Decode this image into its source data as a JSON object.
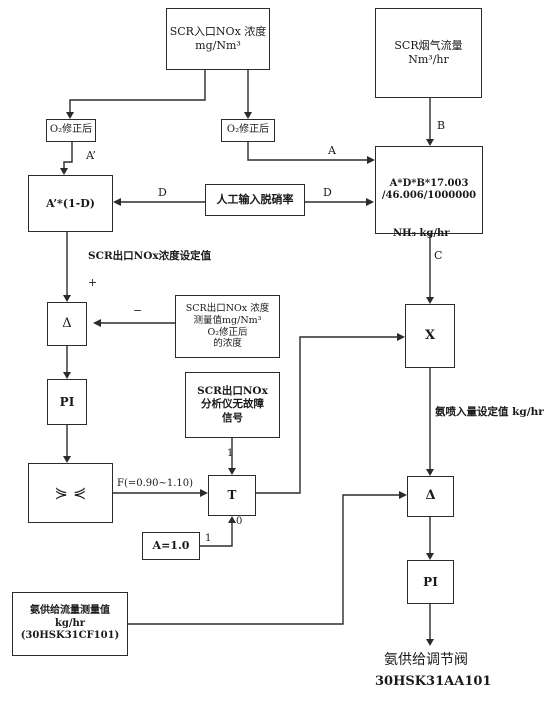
{
  "boxes": {
    "scr_inlet": {
      "line1": "SCR入口NOx 浓度",
      "line2": "mg/Nm³"
    },
    "scr_flow": {
      "line1": "SCR烟气流量",
      "line2": "Nm³/hr"
    },
    "o2_left": {
      "text": "O₂修正后"
    },
    "o2_mid": {
      "text": "O₂修正后"
    },
    "calc": {
      "line1": "A*D*B*17.003",
      "line2": "/46.006/1000000"
    },
    "a_prime": {
      "text": "A’*(1-D)"
    },
    "manual": {
      "text": "人工输入脱硝率"
    },
    "delta_left": {
      "text": "Δ"
    },
    "outlet_meas": {
      "line1": "SCR出口NOx 浓度",
      "line2": "测量值mg/Nm³",
      "line3": "O₂修正后",
      "line4": "的浓度"
    },
    "x_box": {
      "text": "X"
    },
    "pi_left": {
      "text": "PI"
    },
    "analyzer": {
      "line1": "SCR出口NOx",
      "line2": "分析仪无故障",
      "line3": "信号"
    },
    "limiter": {
      "text": "⋟ ⋞"
    },
    "t_box": {
      "text": "T"
    },
    "delta_right": {
      "text": "Δ"
    },
    "a_const": {
      "text": "A=1.0"
    },
    "pi_right": {
      "text": "PI"
    },
    "nh3_supply": {
      "line1": "氨供给流量测量值",
      "line2": "kg/hr",
      "line3": "(30HSK31CF101)"
    }
  },
  "labels": {
    "a_prime_tag": "A’",
    "a_tag": "A",
    "b_tag": "B",
    "c_tag": "C",
    "d_left": "D",
    "d_right": "D",
    "nh3_unit": "NH₃ kg/hr",
    "setpoint": "SCR出口NOx浓度设定值",
    "plus": "+",
    "minus": "−",
    "f_range": "F(=0.90~1.10)",
    "t_one_top": "1",
    "t_one_bottom": "1",
    "t_zero": "0",
    "ammonia_setpoint": "氨喷入量设定值 kg/hr",
    "valve_name": "氨供给调节阀",
    "valve_tag": "30HSK31AA101"
  }
}
